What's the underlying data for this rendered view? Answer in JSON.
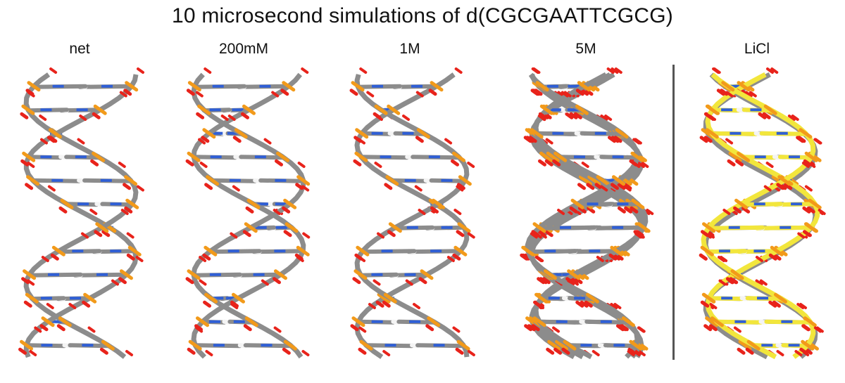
{
  "title": "10 microsecond simulations of d(CGCGAATTCGCG)",
  "panels": [
    {
      "label": "net",
      "structure_color": "#8c8c8c"
    },
    {
      "label": "200mM",
      "structure_color": "#8c8c8c"
    },
    {
      "label": "1M",
      "structure_color": "#8c8c8c"
    },
    {
      "label": "5M",
      "structure_color": "#8c8c8c"
    },
    {
      "label": "LiCl",
      "structure_color": "#f2e63c"
    }
  ],
  "colors": {
    "carbon": "#8c8c8c",
    "oxygen": "#e8231b",
    "phosphorus": "#f29a1a",
    "nitrogen": "#2f5fd6",
    "hydrogen": "#f4f4f4",
    "overlay": "#f2e63c"
  }
}
